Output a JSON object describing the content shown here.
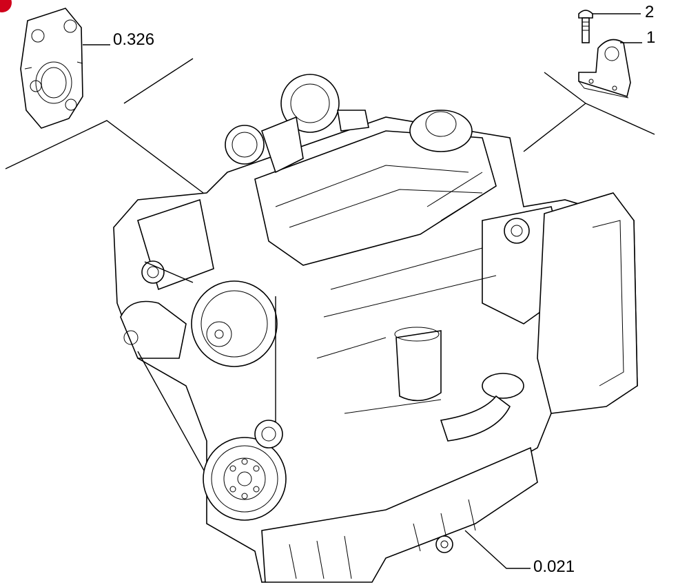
{
  "callouts": {
    "gasket": "0.326",
    "bolt": "2",
    "bracket": "1",
    "engine": "0.021"
  },
  "colors": {
    "line": "#000000",
    "badge": "#d0021b",
    "watermark": "#e8a0a0"
  },
  "icons": {
    "corner_badge": "red-circle-badge"
  }
}
